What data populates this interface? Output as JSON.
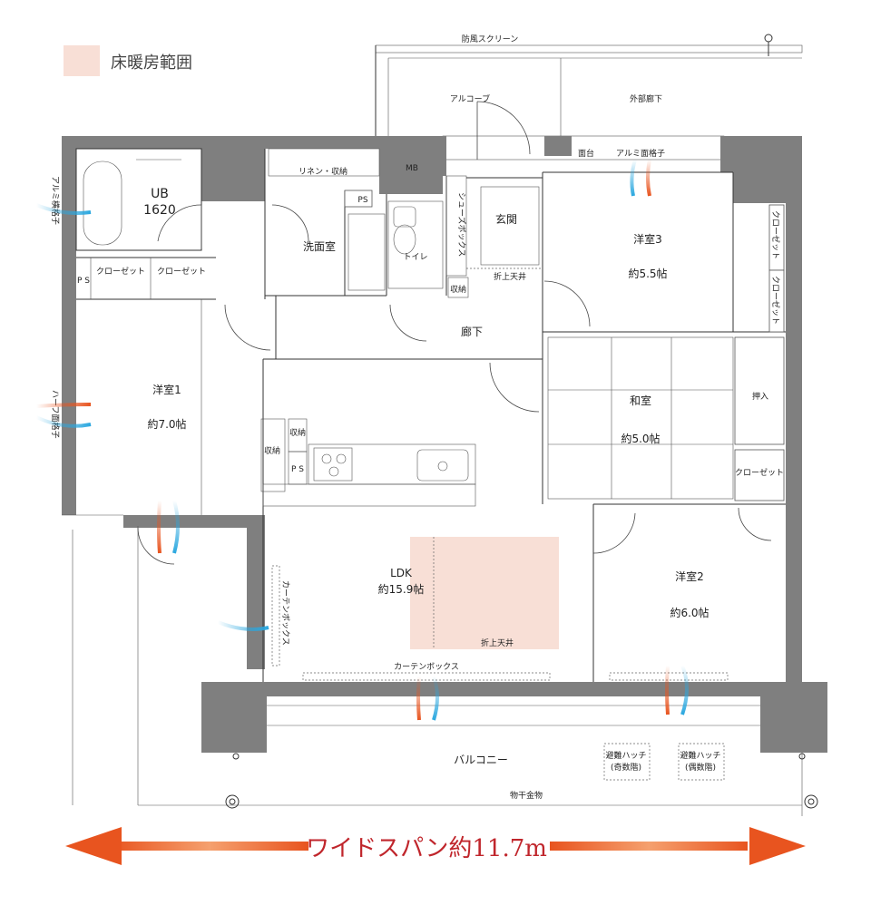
{
  "legend": {
    "label": "床暖房範囲",
    "color": "#f8dfd6"
  },
  "exterior": {
    "windscreen": "防風スクリーン",
    "alcove": "アルコーブ",
    "corridor": "外部廊下",
    "counter": "面台",
    "lattice_top": "アルミ面格子",
    "lattice_left_top": "アルミ横格子",
    "lattice_left_mid": "ハーフ面格子"
  },
  "rooms": {
    "ub": "UB",
    "ub_size": "1620",
    "linen": "リネン・収納",
    "mb": "MB",
    "ps": "PS",
    "ps_small": "P S",
    "washroom": "洗面室",
    "toilet": "トイレ",
    "shoebox": "シューズボックス",
    "entrance": "玄関",
    "storage": "収納",
    "ceiling": "折上天井",
    "hallway": "廊下",
    "closet": "クローゼット",
    "yoshitsu3": "洋室3",
    "yoshitsu3_size": "約5.5帖",
    "yoshitsu1": "洋室1",
    "yoshitsu1_size": "約7.0帖",
    "washitsu": "和室",
    "washitsu_size": "約5.0帖",
    "oshiire": "押入",
    "ldk": "LDK",
    "ldk_size": "約15.9帖",
    "yoshitsu2": "洋室2",
    "yoshitsu2_size": "約6.0帖",
    "curtain_box": "カーテンボックス",
    "balcony": "バルコニー",
    "hatch_odd": "避難ハッチ",
    "hatch_odd_sub": "(奇数階)",
    "hatch_even": "避難ハッチ",
    "hatch_even_sub": "(偶数階)",
    "drying": "物干金物"
  },
  "span": {
    "label": "ワイドスパン約11.7m",
    "color": "#e8541f"
  },
  "colors": {
    "wall": "#7f7f7f",
    "air_warm": "#e8541f",
    "air_cool": "#2aa7df"
  }
}
